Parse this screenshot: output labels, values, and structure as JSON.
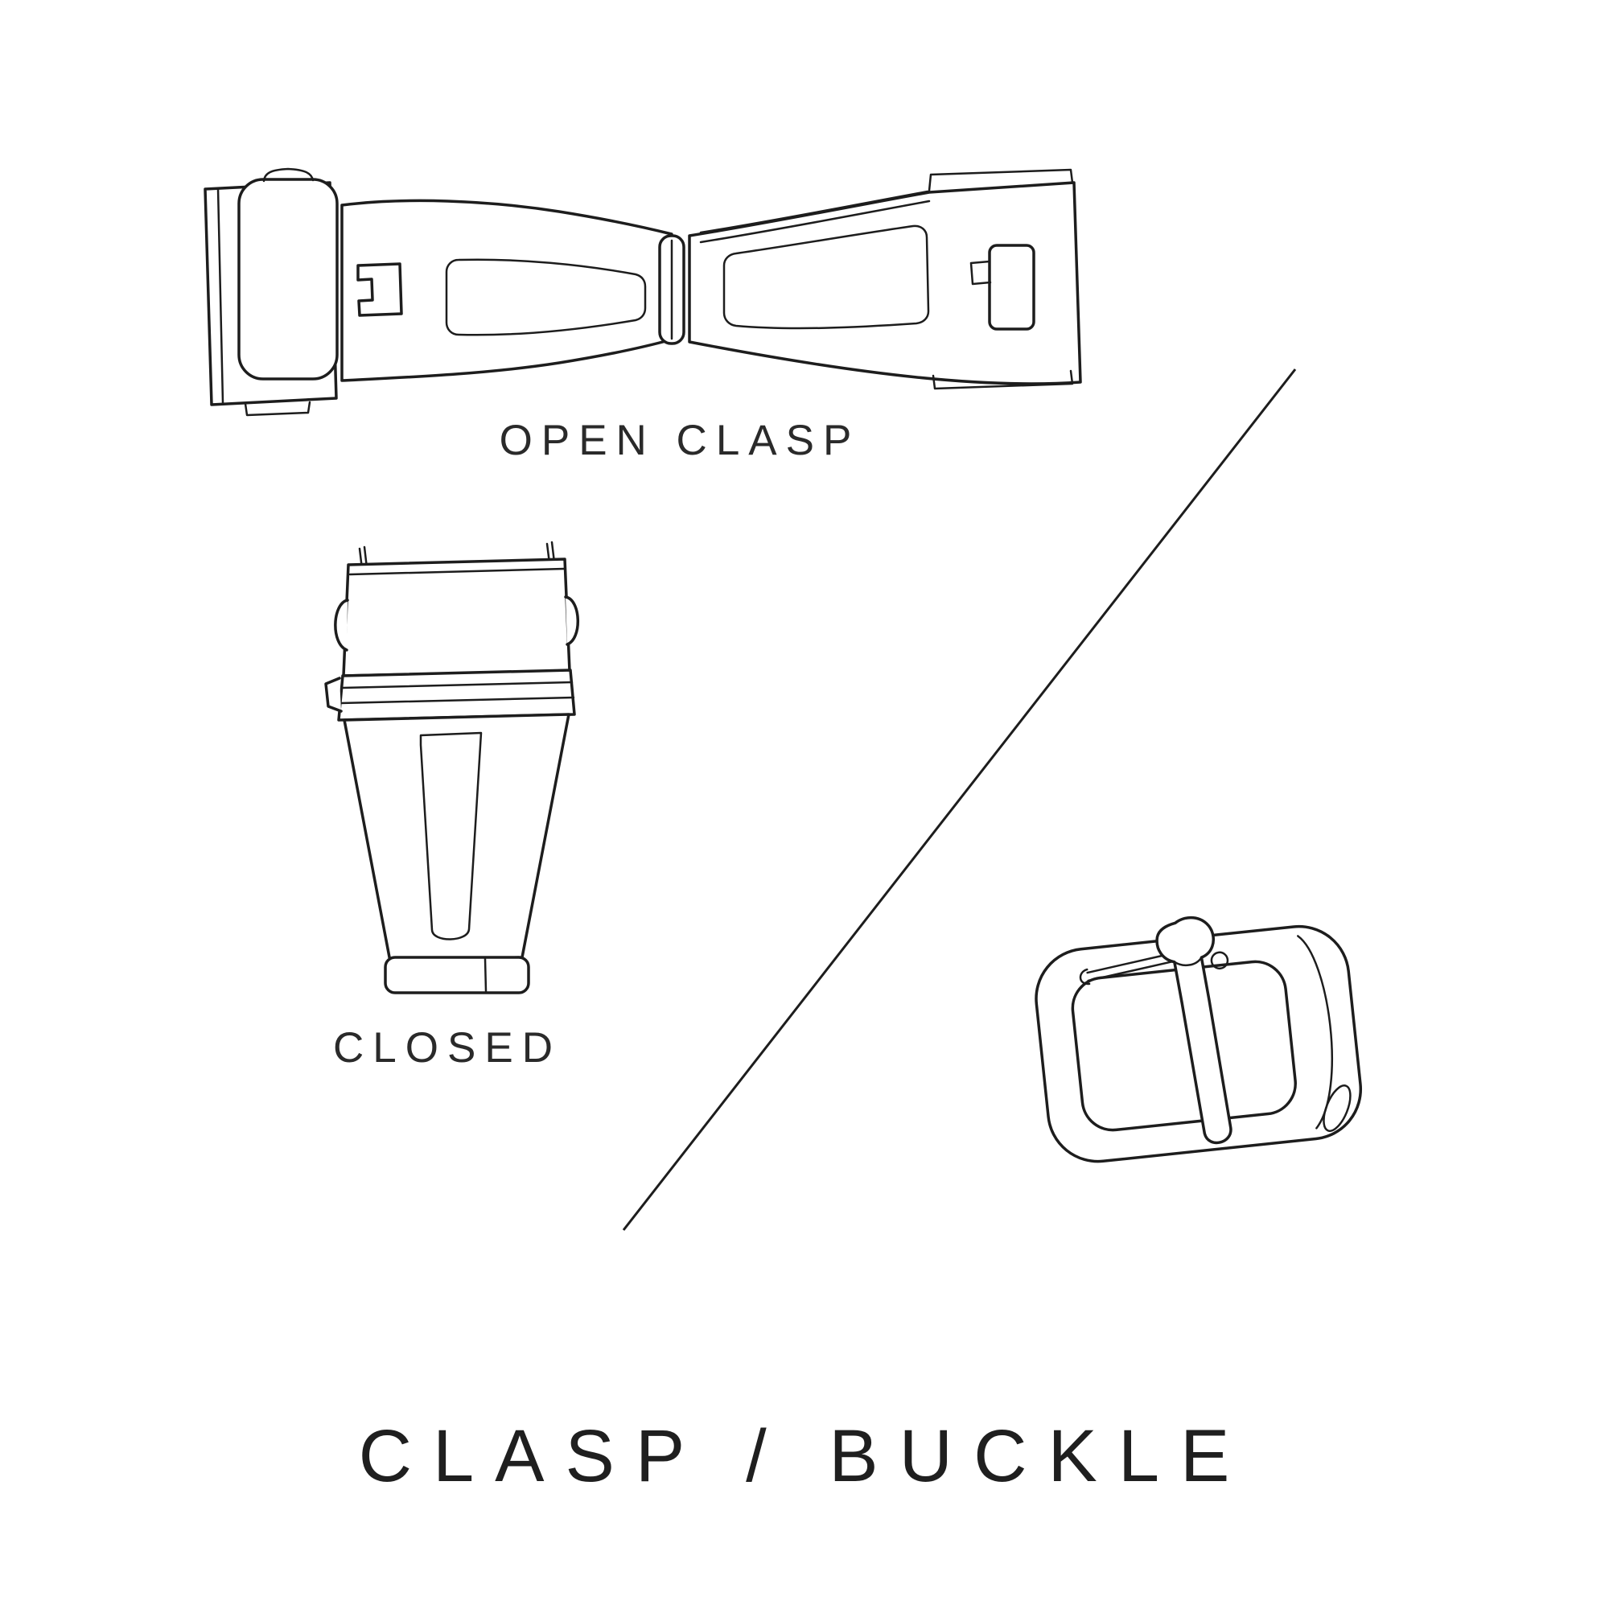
{
  "title": "CLASP / BUCKLE",
  "labels": {
    "open_clasp": "OPEN CLASP",
    "closed_clasp": "CLOSED"
  },
  "colors": {
    "background": "#ffffff",
    "line": "#1d1d1d",
    "text": "#2a2a2a"
  },
  "figures": [
    {
      "name": "open-clasp",
      "caption": "OPEN CLASP"
    },
    {
      "name": "closed-clasp",
      "caption": "CLOSED"
    },
    {
      "name": "tang-buckle",
      "caption": ""
    }
  ]
}
